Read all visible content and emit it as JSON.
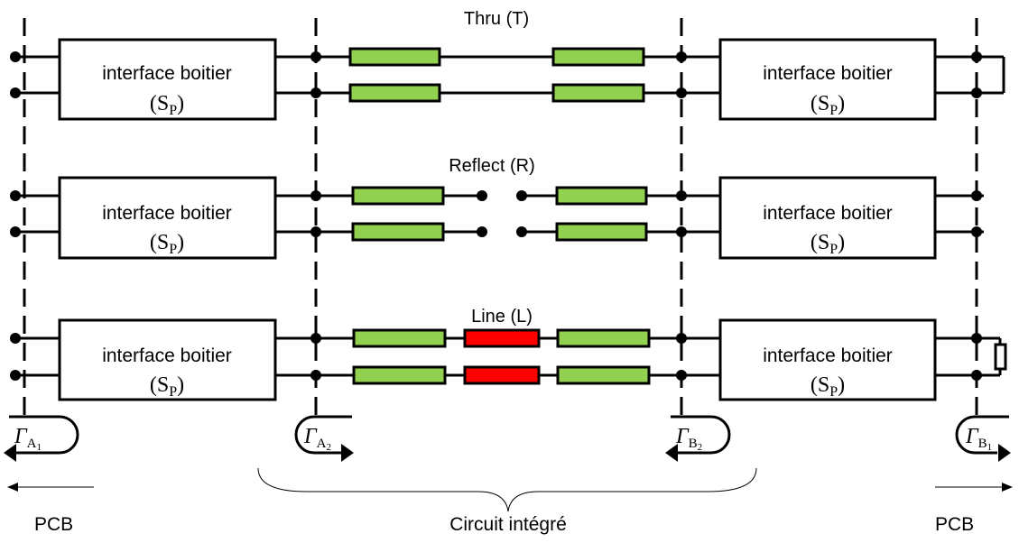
{
  "rows": [
    {
      "id": "thru",
      "title": "Thru (T)",
      "type": "thru",
      "end_termination": "short-loop",
      "left_box": {
        "label": "interface boitier",
        "param_main": "(S",
        "param_sub": "P",
        "param_close": ")"
      },
      "right_box": {
        "label": "interface boitier",
        "param_main": "(S",
        "param_sub": "P",
        "param_close": ")"
      }
    },
    {
      "id": "reflect",
      "title": "Reflect (R)",
      "type": "reflect",
      "end_termination": "open",
      "left_box": {
        "label": "interface boitier",
        "param_main": "(S",
        "param_sub": "P",
        "param_close": ")"
      },
      "right_box": {
        "label": "interface boitier",
        "param_main": "(S",
        "param_sub": "P",
        "param_close": ")"
      }
    },
    {
      "id": "line",
      "title": "Line (L)",
      "type": "line",
      "end_termination": "load",
      "left_box": {
        "label": "interface boitier",
        "param_main": "(S",
        "param_sub": "P",
        "param_close": ")"
      },
      "right_box": {
        "label": "interface boitier",
        "param_main": "(S",
        "param_sub": "P",
        "param_close": ")"
      }
    }
  ],
  "colors": {
    "standard_line": "#92d050",
    "added_line": "#ff0000",
    "stroke": "#000000"
  },
  "gammas": [
    {
      "id": "gamma-a1",
      "symbol": "Γ",
      "sub_letter": "A",
      "sub_num": "1"
    },
    {
      "id": "gamma-a2",
      "symbol": "Γ",
      "sub_letter": "A",
      "sub_num": "2"
    },
    {
      "id": "gamma-b2",
      "symbol": "Γ",
      "sub_letter": "B",
      "sub_num": "2"
    },
    {
      "id": "gamma-b1",
      "symbol": "Γ",
      "sub_letter": "B",
      "sub_num": "1"
    }
  ],
  "bottom_labels": {
    "pcb_left": "PCB",
    "circuit": "Circuit intégré",
    "pcb_right": "PCB"
  }
}
